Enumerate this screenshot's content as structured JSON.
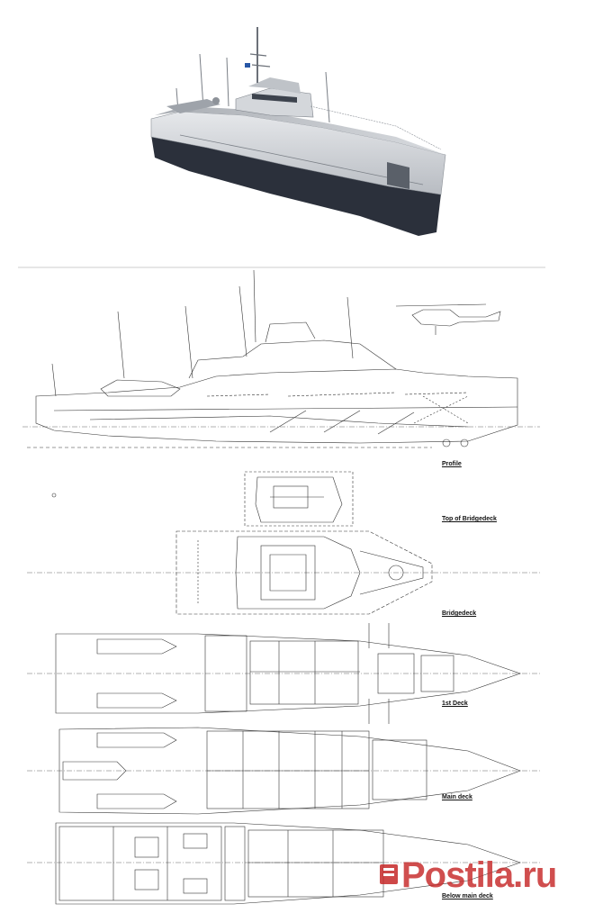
{
  "labels": {
    "profile": "Profile",
    "top_of_bridgedeck": "Top of Bridgedeck",
    "bridgedeck": "Bridgedeck",
    "first_deck": "1st Deck",
    "main_deck": "Main deck",
    "below_main_deck": "Below main deck"
  },
  "watermark": "Postila.ru",
  "colors": {
    "hull_dark": "#2d3340",
    "hull_light": "#c9cdd2",
    "line": "#333333",
    "watermark": "#c62828"
  }
}
